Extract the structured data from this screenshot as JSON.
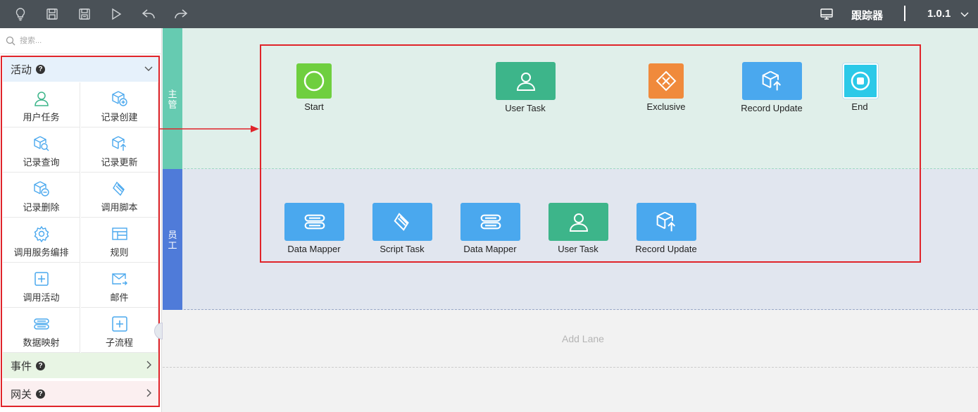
{
  "toolbar": {
    "icons": [
      "bulb-icon",
      "save-icon",
      "save-as-icon",
      "run-icon",
      "undo-icon",
      "redo-icon"
    ],
    "monitor_icon": "monitor-icon",
    "tracker_label": "跟踪器",
    "separator": "|",
    "version": "1.0.1"
  },
  "sidebar": {
    "search_placeholder": "搜索...",
    "sections": {
      "activity": {
        "title": "活动",
        "help": "?"
      },
      "event": {
        "title": "事件",
        "help": "?"
      },
      "gateway": {
        "title": "网关",
        "help": "?"
      }
    },
    "items": [
      {
        "label": "用户任务",
        "icon": "user-icon"
      },
      {
        "label": "记录创建",
        "icon": "cube-plus-icon"
      },
      {
        "label": "记录查询",
        "icon": "cube-search-icon"
      },
      {
        "label": "记录更新",
        "icon": "cube-up-icon"
      },
      {
        "label": "记录删除",
        "icon": "cube-minus-icon"
      },
      {
        "label": "调用脚本",
        "icon": "script-icon"
      },
      {
        "label": "调用服务编排",
        "icon": "gear-icon"
      },
      {
        "label": "规则",
        "icon": "table-icon"
      },
      {
        "label": "调用活动",
        "icon": "plus-square-icon"
      },
      {
        "label": "邮件",
        "icon": "mail-icon"
      },
      {
        "label": "数据映射",
        "icon": "data-mapper-icon"
      },
      {
        "label": "子流程",
        "icon": "subprocess-icon"
      }
    ]
  },
  "canvas": {
    "lanes": [
      {
        "name": "主管",
        "color": "#66cbb1"
      },
      {
        "name": "员工",
        "color": "#4f7bd9"
      }
    ],
    "add_lane": "Add Lane",
    "nodes_lane1": [
      {
        "label": "Start",
        "icon": "start-circle-icon",
        "color": "#6fcf3f"
      },
      {
        "label": "User Task",
        "icon": "user-icon",
        "color": "#3db58a"
      },
      {
        "label": "Exclusive",
        "icon": "exclusive-gateway-icon",
        "color": "#f08a3c"
      },
      {
        "label": "Record Update",
        "icon": "cube-up-icon",
        "color": "#4aa8ee"
      },
      {
        "label": "End",
        "icon": "end-circle-icon",
        "color": "#2bc9e8"
      }
    ],
    "nodes_lane2": [
      {
        "label": "Data Mapper",
        "icon": "data-mapper-icon",
        "color": "#4aa8ee"
      },
      {
        "label": "Script Task",
        "icon": "script-icon",
        "color": "#4aa8ee"
      },
      {
        "label": "Data Mapper",
        "icon": "data-mapper-icon",
        "color": "#4aa8ee"
      },
      {
        "label": "User Task",
        "icon": "user-icon",
        "color": "#3db58a"
      },
      {
        "label": "Record Update",
        "icon": "cube-up-icon",
        "color": "#4aa8ee"
      }
    ]
  },
  "annotation": {
    "highlight_color": "#e0242a"
  }
}
